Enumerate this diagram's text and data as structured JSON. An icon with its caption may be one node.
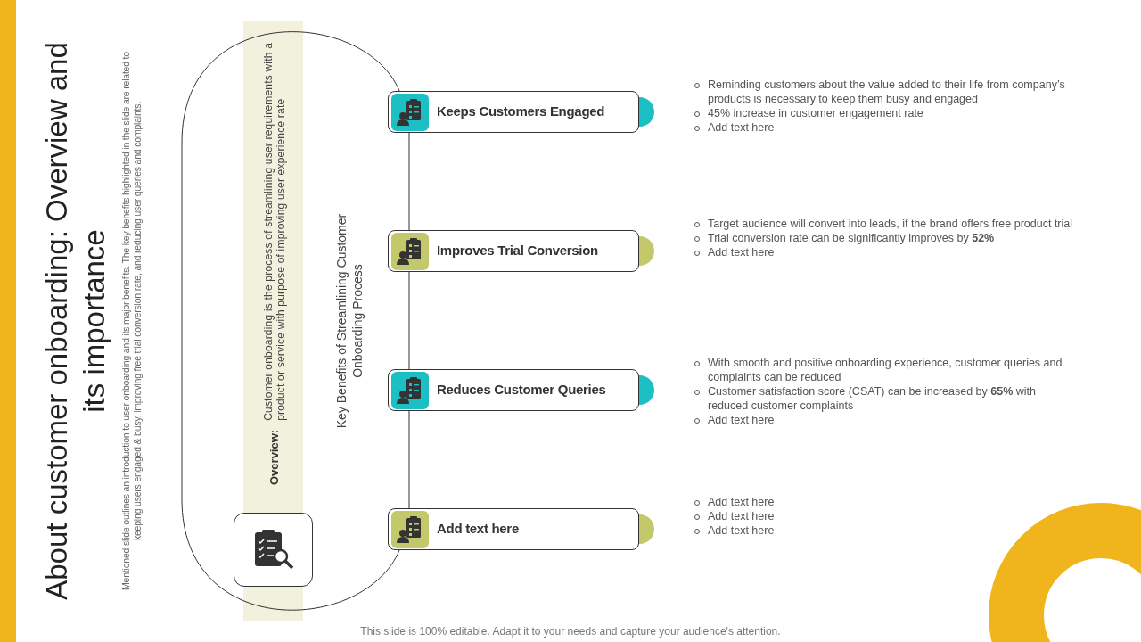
{
  "diagram": {
    "title": "About customer onboarding: Overview and its importance",
    "nodes": [
      {
        "text": [
          "Overview:",
          "Customer onboarding is the process of streamlining user requirements with a product or service with purpose of improving user experience rate"
        ]
      },
      {
        "text": [],
        "shape": "picture"
      },
      {
        "text": [
          "Keeps Customers Engaged"
        ],
        "beside": [
          "Reminding customers about the value added to their life from company’s products is necessary to keep them busy and engaged",
          "45% increase in customer engagement rate",
          "Add text here"
        ]
      },
      {
        "text": [
          "Improves Trial Conversion"
        ],
        "beside": [
          "Target audience will convert into leads, if the brand offers free product trial",
          "Trial conversion rate can be significantly improves by **52%**",
          "Add text here"
        ]
      },
      {
        "text": [
          "Reduces Customer Queries"
        ],
        "beside": [
          "With smooth and positive onboarding experience, customer queries and complaints can be reduced",
          "Customer satisfaction score (CSAT) can be increased by **65%** with reduced customer complaints",
          "Add text here"
        ]
      },
      {
        "text": [
          "Add text here"
        ],
        "beside": [
          "Add text here",
          "Add text here",
          "Add text here"
        ]
      }
    ],
    "edges": [
      {
        "from": 2,
        "to": 3,
        "arrow": "none"
      },
      {
        "from": 3,
        "to": 4,
        "arrow": "none"
      },
      {
        "from": 4,
        "to": 5,
        "arrow": "none"
      },
      {
        "from": 2,
        "to": 5,
        "arrow": "none"
      }
    ],
    "labels": [
      "Mentioned slide outlines an introduction to user onboarding and its major benefits. The key benefits highlighted in the slide are related to keeping users engaged & busy, improving free trial conversion rate, and reducing user queries and complaints.",
      "Key Benefits of Streamlining Customer Onboarding Process",
      "This slide is 100% editable. Adapt it to your needs and capture your audience's attention."
    ]
  }
}
